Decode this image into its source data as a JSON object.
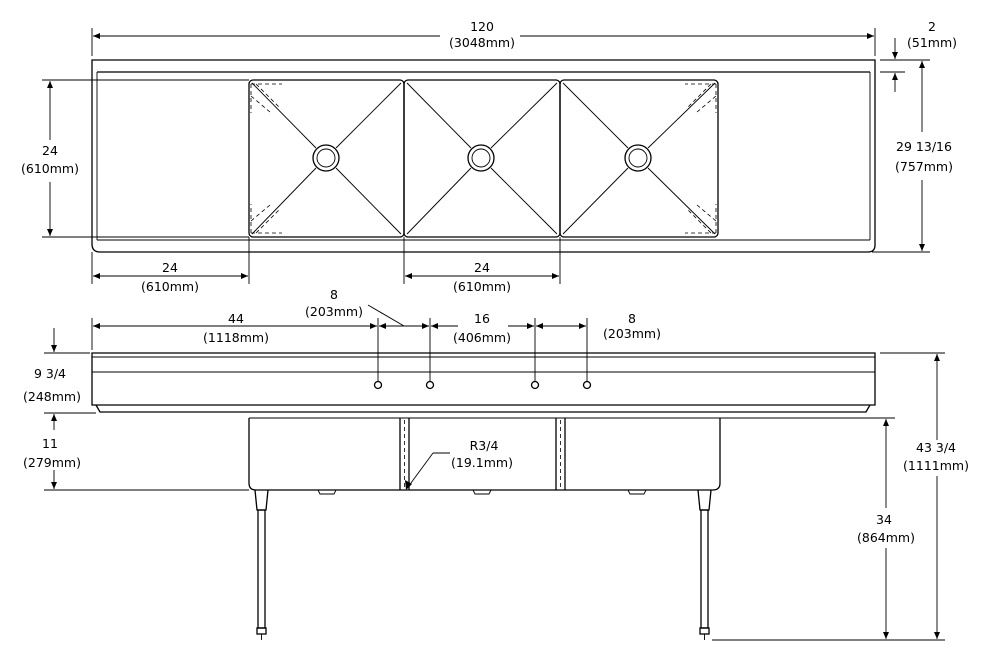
{
  "top_view": {
    "overall_length": {
      "value": "120",
      "metric": "(3048mm)"
    },
    "backsplash_thickness": {
      "value": "2",
      "metric": "(51mm)"
    },
    "overall_depth": {
      "value": "29 13/16",
      "metric": "(757mm)"
    },
    "bowl_depth": {
      "value": "24",
      "metric": "(610mm)"
    },
    "drainboard_length": {
      "value": "24",
      "metric": "(610mm)"
    },
    "bowl_width": {
      "value": "24",
      "metric": "(610mm)"
    }
  },
  "front_view": {
    "faucet_offset": {
      "value": "44",
      "metric": "(1118mm)"
    },
    "faucet_spacing_left": {
      "value": "8",
      "metric": "(203mm)"
    },
    "faucet_center_gap": {
      "value": "16",
      "metric": "(406mm)"
    },
    "faucet_spacing_right": {
      "value": "8",
      "metric": "(203mm)"
    },
    "backsplash_height": {
      "value": "9 3/4",
      "metric": "(248mm)"
    },
    "bowl_height": {
      "value": "11",
      "metric": "(279mm)"
    },
    "corner_radius": {
      "value": "R3/4",
      "metric": "(19.1mm)"
    },
    "overall_height": {
      "value": "43 3/4",
      "metric": "(1111mm)"
    },
    "working_height": {
      "value": "34",
      "metric": "(864mm)"
    }
  }
}
